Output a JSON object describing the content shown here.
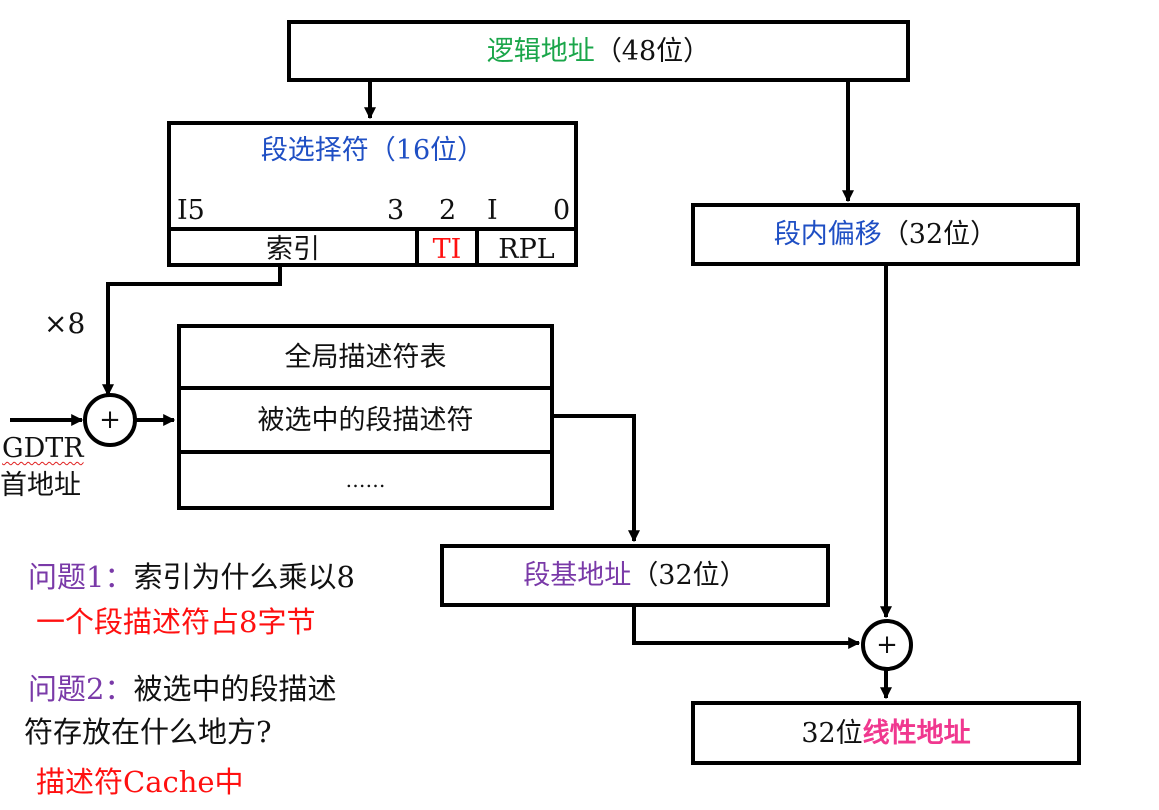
{
  "logical_address": {
    "name": "逻辑地址",
    "suffix": "（48位）",
    "name_color": "#1aa64a"
  },
  "selector": {
    "title_name": "段选择符（16位）",
    "title_color": "#1f4fc4",
    "bit_labels": {
      "b15": "I5",
      "b3": "3",
      "b2": "2",
      "b1": "I",
      "b0": "0"
    },
    "fields": {
      "index": "索引",
      "ti": "TI",
      "rpl": "RPL"
    },
    "ti_color": "#ff1010"
  },
  "offset": {
    "name": "段内偏移",
    "suffix": "（32位）",
    "name_color": "#1f4fc4"
  },
  "multiply_label": "×8",
  "gdtr": {
    "label": "GDTR",
    "sublabel": "首地址"
  },
  "adder_symbol": "+",
  "gdt": {
    "rows": [
      "全局描述符表",
      "被选中的段描述符",
      "……"
    ]
  },
  "segment_base": {
    "name": "段基地址",
    "suffix": "（32位）",
    "name_color": "#7a3aa8"
  },
  "linear_address": {
    "prefix": "32位",
    "name": "线性地址",
    "name_color": "#f0388f"
  },
  "questions": [
    {
      "label": "问题1：",
      "text": "索引为什么乘以8",
      "answer": "一个段描述符占8字节"
    },
    {
      "label": "问题2：",
      "text": "被选中的段描述",
      "text2": "符存放在什么地方?",
      "answer": "描述符Cache中"
    }
  ]
}
